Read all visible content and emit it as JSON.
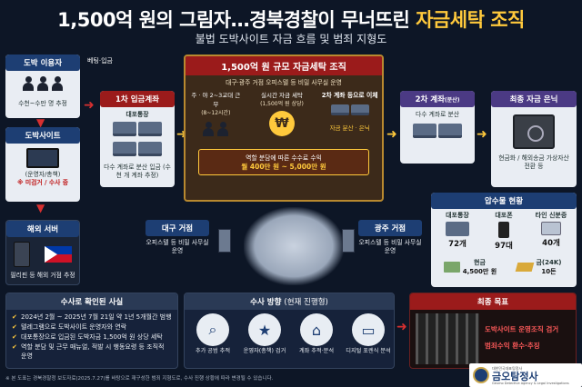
{
  "title": {
    "main": "1,500억 원의 그림자…경북경찰이 무너뜨린 ",
    "accent": "자금세탁 조직"
  },
  "subtitle": "불법 도박사이트 자금 흐름 및 범죄 지형도",
  "users": {
    "header": "도박 이용자",
    "note": "수천~수만 명 추정",
    "side_label": "베팅·입금"
  },
  "site": {
    "header": "도박사이트",
    "operators": "(운영자/총책)",
    "status": "※ 미검거 / 수사 중"
  },
  "overseas": {
    "header": "해외 서버",
    "note": "필리핀 등 해외 거점 추정"
  },
  "first_account": {
    "header": "1차 입금계좌",
    "bank": "대포통장",
    "desc": "다수 계좌로 분산 입금 (수천 개 계좌 추정)"
  },
  "org": {
    "header": "1,500억 원 규모 자금세탁 조직",
    "subheader": "대구·광주 거점 오피스텔 등 비밀 사무실 운영",
    "shift": "주 · 야 2~3교대 근무",
    "shift_sub": "(8~12시간)",
    "realtime": "실시간 자금 세탁",
    "realtime_sub": "(1,500억 원 상당)",
    "transfer": "2차 계좌 등으로 이체",
    "split": "자금 분산 · 은닉",
    "revenue": "역할 분담에 따른 수수료 수익",
    "revenue_amount": "월 400만 원 ~ 5,000만 원"
  },
  "second_account": {
    "header": "2차 계좌",
    "header_sup": "(분산)",
    "desc": "다수 계좌로 분산"
  },
  "final_hide": {
    "header": "최종 자금 은닉",
    "desc": "현금화 / 해외송금 가상자산 전환 등"
  },
  "bases": {
    "daegu": {
      "header": "대구 거점",
      "desc": "오피스텔 등 비밀 사무실 운영"
    },
    "gwangju": {
      "header": "광주 거점",
      "desc": "오피스텔 등 비밀 사무실 운영"
    }
  },
  "seizure": {
    "header": "압수물 현황",
    "items": [
      {
        "label": "대포통장",
        "value": "72개"
      },
      {
        "label": "대포폰",
        "value": "97대"
      },
      {
        "label": "타인 신분증",
        "value": "40개"
      },
      {
        "label": "현금",
        "value": "4,500만 원"
      },
      {
        "label": "금(24K)",
        "value": "10돈"
      }
    ]
  },
  "facts": {
    "header": "수사로 확인된 사실",
    "items": [
      "2024년 2월 ~ 2025년 7월 21일 약 1년 5개월간 범행",
      "텔레그램으로 도박사이트 운영자와 연락",
      "대포통장으로 입금된 도박자금 1,500억 원 상당 세탁",
      "역할 분담 및 근무 매뉴얼, 적발 시 행동요령 등 조직적 운영"
    ]
  },
  "direction": {
    "header": "수사 방향",
    "header_sub": "(현재 진행형)",
    "items": [
      "추가 공범 추적",
      "운영자(총책) 검거",
      "계좌 추적·분석",
      "디지털 포렌식 분석"
    ]
  },
  "goal": {
    "header": "최종 목표",
    "line1": "도박사이트 운영조직 검거",
    "line2": "범죄수익 환수·추징"
  },
  "footnote": "※ 본 도표는 경북경찰청 보도자료(2025.7.27)를 바탕으로 재구성한 범죄 지형도로, 수사 진행 상황에 따라 변경될 수 있습니다.",
  "logo": {
    "name": "금오탐정사",
    "sub": "Geumo Detective Agency & Legal Investigations",
    "tiny": "대한민국대표탐정사"
  },
  "colors": {
    "accent": "#ffc93c",
    "navy": "#1d3e73",
    "red": "#9b1b1b",
    "purple": "#4b3a84"
  },
  "icons": [
    "people-icon",
    "laptop-icon",
    "server-icon",
    "flag-icon",
    "card-icon",
    "money-icon",
    "safe-icon",
    "phone-icon",
    "id-card-icon",
    "gold-icon",
    "search-icon",
    "police-icon",
    "bank-icon",
    "monitor-icon",
    "prison-icon"
  ]
}
